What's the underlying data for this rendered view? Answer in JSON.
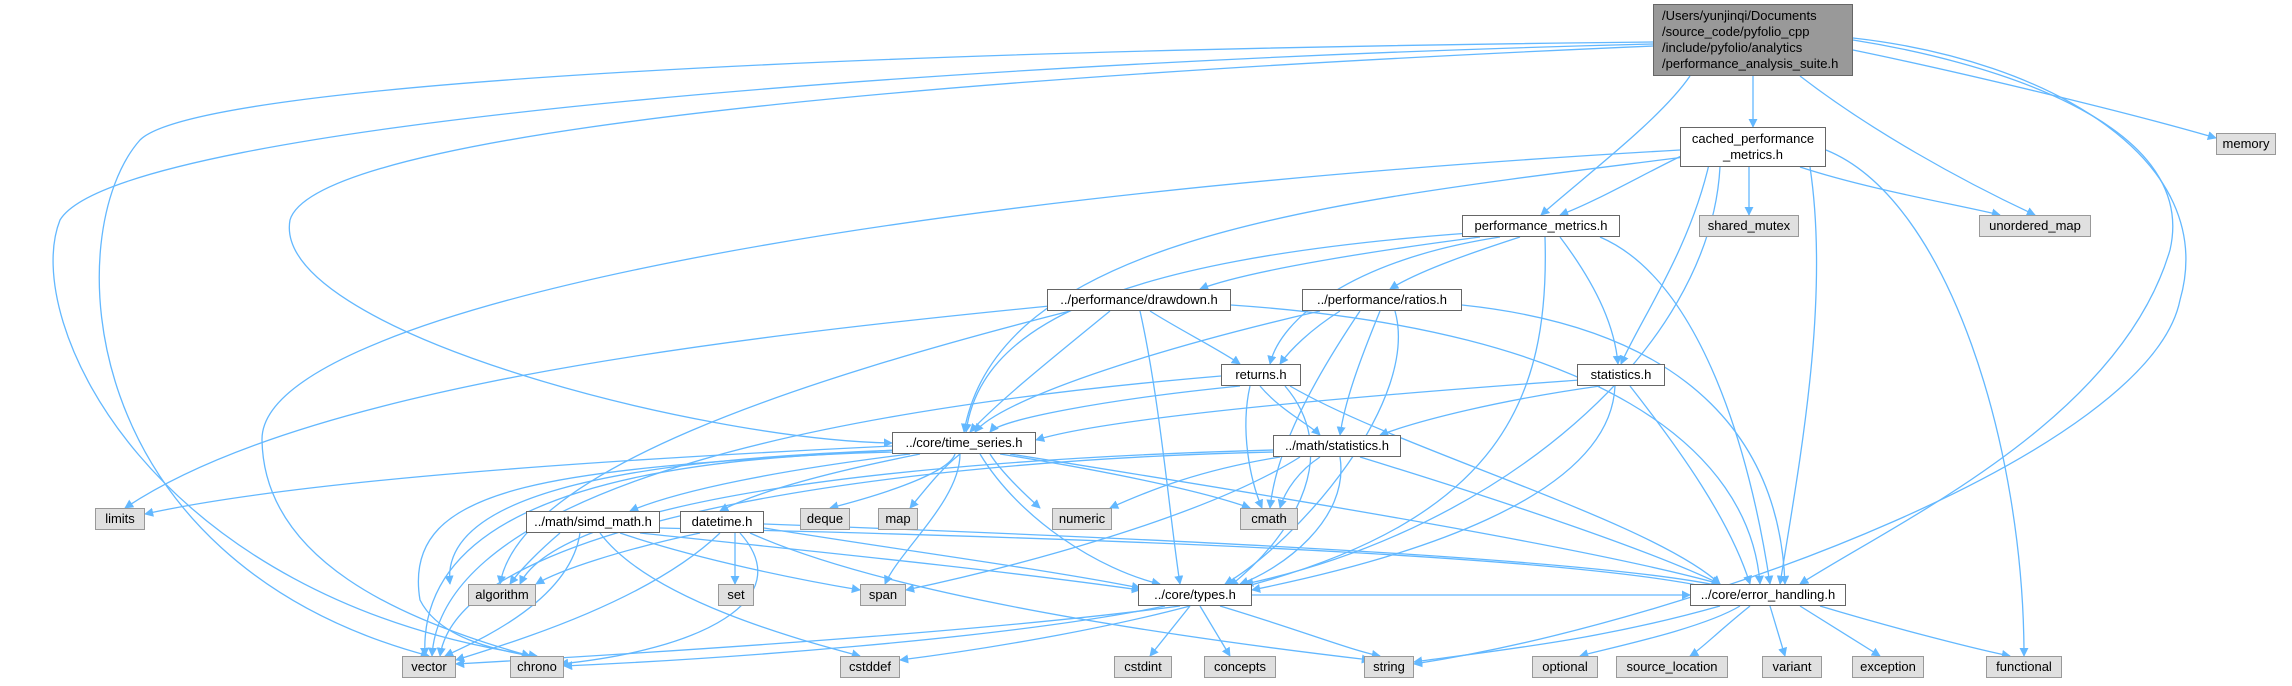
{
  "root": {
    "label": "/Users/yunjinqi/Documents\n/source_code/pyfolio_cpp\n/include/pyfolio/analytics\n/performance_analysis_suite.h"
  },
  "headers": {
    "cached_performance_metrics": "cached_performance\n_metrics.h",
    "performance_metrics": "performance_metrics.h",
    "drawdown": "../performance/drawdown.h",
    "ratios": "../performance/ratios.h",
    "returns": "returns.h",
    "statistics": "statistics.h",
    "time_series": "../core/time_series.h",
    "math_statistics": "../math/statistics.h",
    "simd_math": "../math/simd_math.h",
    "datetime": "datetime.h",
    "types": "../core/types.h",
    "error_handling": "../core/error_handling.h"
  },
  "std_headers": {
    "memory": "memory",
    "shared_mutex": "shared_mutex",
    "unordered_map": "unordered_map",
    "limits": "limits",
    "cmath": "cmath",
    "deque": "deque",
    "map": "map",
    "numeric": "numeric",
    "algorithm": "algorithm",
    "set": "set",
    "span": "span",
    "vector": "vector",
    "chrono": "chrono",
    "cstddef": "cstddef",
    "cstdint": "cstdint",
    "concepts": "concepts",
    "string": "string",
    "optional": "optional",
    "source_location": "source_location",
    "variant": "variant",
    "exception": "exception",
    "functional": "functional"
  },
  "colors": {
    "edge": "#63b8ff",
    "file_border": "#666666",
    "root_fill": "#999999",
    "std_fill": "#e0e0e0"
  }
}
